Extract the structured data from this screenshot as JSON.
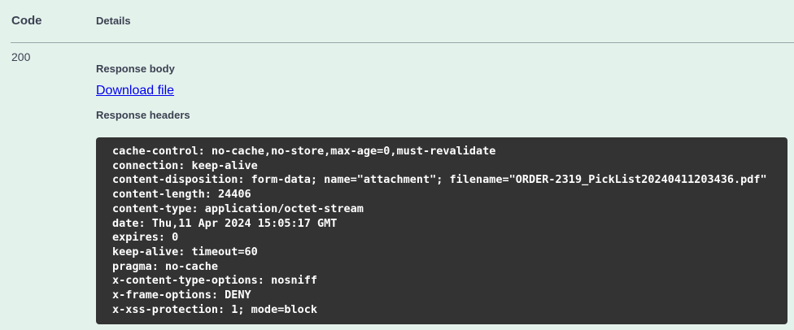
{
  "responses_table": {
    "header": {
      "code_label": "Code",
      "details_label": "Details"
    },
    "row": {
      "status_code": "200",
      "response_body_label": "Response body",
      "download_link_label": "Download file",
      "response_headers_label": "Response headers",
      "response_headers": [
        "cache-control: no-cache,no-store,max-age=0,must-revalidate",
        "connection: keep-alive",
        "content-disposition: form-data; name=\"attachment\"; filename=\"ORDER-2319_PickList20240411203436.pdf\"",
        "content-length: 24406",
        "content-type: application/octet-stream",
        "date: Thu,11 Apr 2024 15:05:17 GMT",
        "expires: 0",
        "keep-alive: timeout=60",
        "pragma: no-cache",
        "x-content-type-options: nosniff",
        "x-frame-options: DENY",
        "x-xss-protection: 1; mode=block"
      ]
    }
  },
  "colors": {
    "page_background": "#e4f2ec",
    "code_block_background": "#333333",
    "heading_text": "#3b4151",
    "link_blue": "#0000ee",
    "code_text": "#ffffff"
  }
}
